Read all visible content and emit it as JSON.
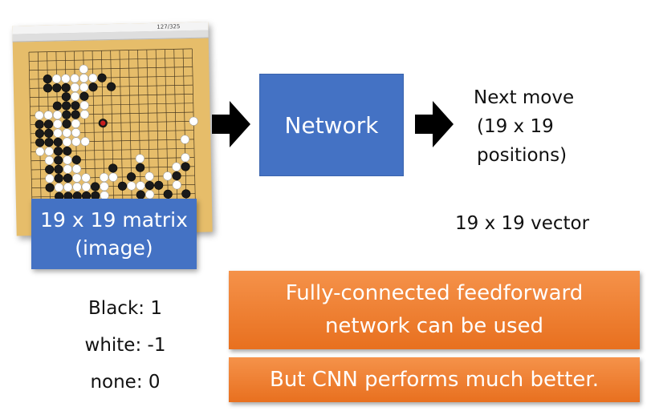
{
  "board": {
    "counter": "127/325",
    "size": 19,
    "black": [
      [
        2,
        3
      ],
      [
        3,
        4
      ],
      [
        2,
        4
      ],
      [
        4,
        4
      ],
      [
        4,
        5
      ],
      [
        3,
        6
      ],
      [
        4,
        6
      ],
      [
        5,
        6
      ],
      [
        4,
        7
      ],
      [
        5,
        7
      ],
      [
        4,
        8
      ],
      [
        1,
        8
      ],
      [
        2,
        8
      ],
      [
        1,
        9
      ],
      [
        2,
        9
      ],
      [
        1,
        10
      ],
      [
        2,
        10
      ],
      [
        3,
        10
      ],
      [
        3,
        11
      ],
      [
        4,
        11
      ],
      [
        3,
        12
      ],
      [
        5,
        12
      ],
      [
        2,
        13
      ],
      [
        3,
        13
      ],
      [
        3,
        14
      ],
      [
        4,
        14
      ],
      [
        2,
        15
      ],
      [
        4,
        16
      ],
      [
        5,
        16
      ],
      [
        3,
        16
      ],
      [
        6,
        5
      ],
      [
        7,
        4
      ],
      [
        8,
        3
      ],
      [
        9,
        4
      ],
      [
        12,
        13
      ],
      [
        11,
        14
      ],
      [
        7,
        15
      ],
      [
        6,
        16
      ],
      [
        7,
        16
      ],
      [
        10,
        15
      ],
      [
        13,
        15
      ],
      [
        14,
        15
      ],
      [
        15,
        16
      ],
      [
        14,
        17
      ],
      [
        16,
        17
      ],
      [
        17,
        16
      ],
      [
        16,
        14
      ],
      [
        17,
        13
      ],
      [
        12,
        16
      ],
      [
        11,
        17
      ],
      [
        9,
        13
      ]
    ],
    "white": [
      [
        3,
        3
      ],
      [
        4,
        3
      ],
      [
        5,
        3
      ],
      [
        5,
        4
      ],
      [
        6,
        4
      ],
      [
        7,
        3
      ],
      [
        6,
        3
      ],
      [
        5,
        5
      ],
      [
        6,
        6
      ],
      [
        6,
        7
      ],
      [
        3,
        7
      ],
      [
        1,
        7
      ],
      [
        2,
        7
      ],
      [
        3,
        8
      ],
      [
        3,
        9
      ],
      [
        4,
        9
      ],
      [
        4,
        10
      ],
      [
        5,
        10
      ],
      [
        5,
        9
      ],
      [
        6,
        10
      ],
      [
        5,
        8
      ],
      [
        1,
        11
      ],
      [
        2,
        11
      ],
      [
        2,
        12
      ],
      [
        4,
        12
      ],
      [
        4,
        13
      ],
      [
        5,
        13
      ],
      [
        5,
        14
      ],
      [
        6,
        14
      ],
      [
        2,
        14
      ],
      [
        3,
        15
      ],
      [
        4,
        15
      ],
      [
        5,
        15
      ],
      [
        6,
        15
      ],
      [
        8,
        14
      ],
      [
        8,
        15
      ],
      [
        8,
        16
      ],
      [
        9,
        14
      ],
      [
        13,
        14
      ],
      [
        12,
        15
      ],
      [
        13,
        16
      ],
      [
        11,
        15
      ],
      [
        16,
        13
      ],
      [
        16,
        15
      ],
      [
        17,
        12
      ],
      [
        15,
        14
      ],
      [
        12,
        12
      ],
      [
        18,
        8
      ],
      [
        17,
        10
      ],
      [
        6,
        2
      ]
    ],
    "red": [
      [
        8,
        8
      ]
    ]
  },
  "labels": {
    "matrix_line1": "19 x 19 matrix",
    "matrix_line2": "(image)",
    "network": "Network",
    "next_move_line1": "Next move",
    "next_move_line2": "(19 x 19",
    "next_move_line3": "positions)",
    "vector": "19 x 19 vector",
    "black": "Black: 1",
    "white": "white: -1",
    "none": "none: 0",
    "fc_line1": "Fully-connected feedforward",
    "fc_line2": "network can be used",
    "cnn": "But CNN performs much better."
  },
  "colors": {
    "blue_box": "#4472c4",
    "orange_box": "#ed7d31",
    "board": "#e6bd6a"
  }
}
